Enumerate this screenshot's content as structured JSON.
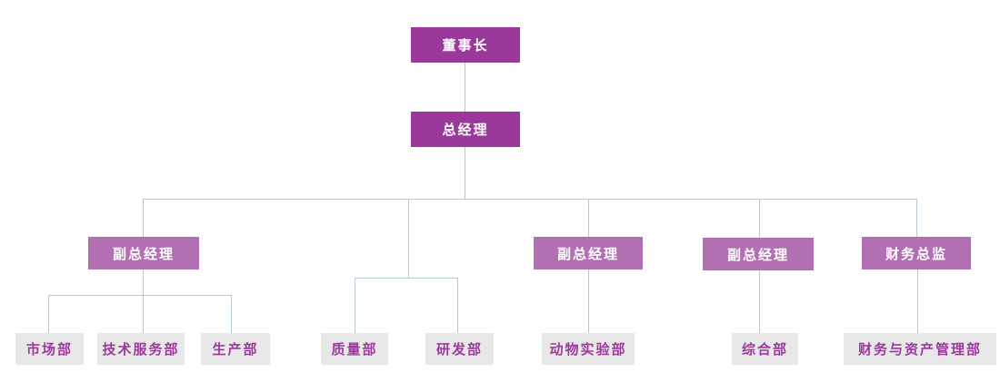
{
  "colors": {
    "executive_fill": "#9a399a",
    "executive_text": "#ffffff",
    "manager_fill": "#b26fb2",
    "department_fill": "#e8e8e8",
    "department_text": "#9c3a9c",
    "connector": "#b9c9d4",
    "background": "#ffffff"
  },
  "nodes": {
    "chairman": {
      "label": "董事长"
    },
    "general_manager": {
      "label": "总经理"
    },
    "deputy_gm_1": {
      "label": "副总经理"
    },
    "deputy_gm_2": {
      "label": "副总经理"
    },
    "deputy_gm_3": {
      "label": "副总经理"
    },
    "finance_director": {
      "label": "财务总监"
    },
    "marketing": {
      "label": "市场部"
    },
    "tech_service": {
      "label": "技术服务部"
    },
    "production": {
      "label": "生产部"
    },
    "quality": {
      "label": "质量部"
    },
    "rnd": {
      "label": "研发部"
    },
    "animal_lab": {
      "label": "动物实验部"
    },
    "general_affairs": {
      "label": "综合部"
    },
    "finance_assets": {
      "label": "财务与资产管理部"
    }
  },
  "hierarchy": {
    "chairman": [
      "general_manager"
    ],
    "general_manager": [
      "deputy_gm_1",
      "quality",
      "rnd",
      "deputy_gm_2",
      "deputy_gm_3",
      "finance_director"
    ],
    "deputy_gm_1": [
      "marketing",
      "tech_service",
      "production"
    ],
    "deputy_gm_2": [
      "animal_lab"
    ],
    "deputy_gm_3": [
      "general_affairs"
    ],
    "finance_director": [
      "finance_assets"
    ]
  }
}
